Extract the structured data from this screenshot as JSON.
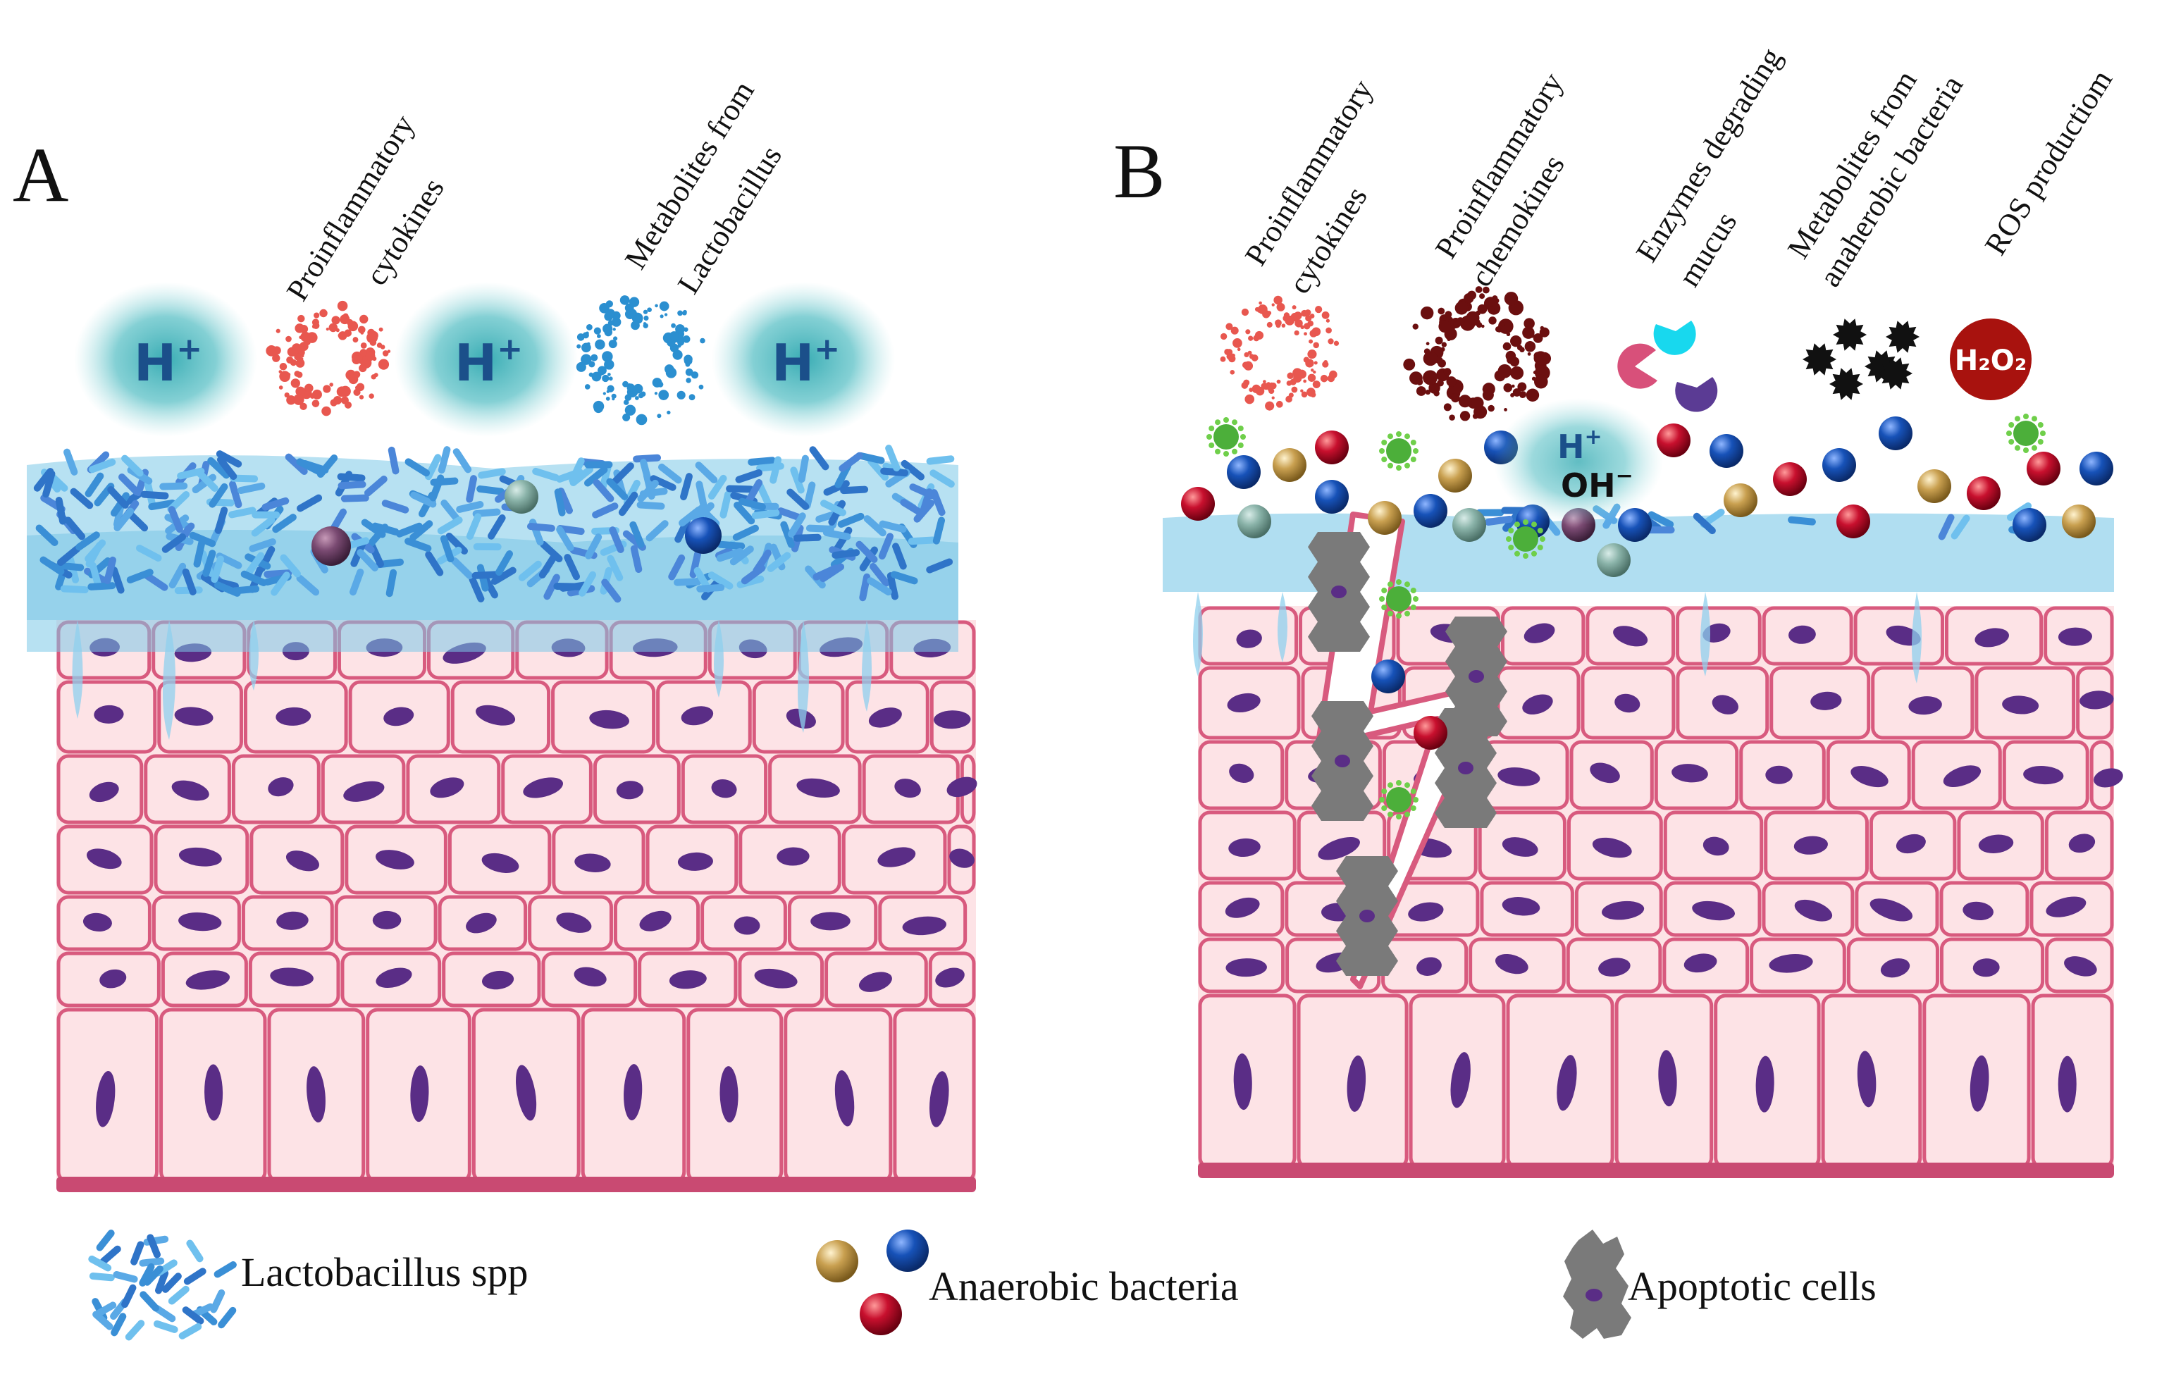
{
  "panels": {
    "a": {
      "letter": "A",
      "labels": {
        "cytokines_line1": "Proinflammatory",
        "cytokines_line2": "cytokines",
        "metabolites_line1": "Metabolites from",
        "metabolites_line2": "Lactobacillus"
      },
      "ion": "H"
    },
    "b": {
      "letter": "B",
      "labels": {
        "cytokines_line1": "Proinflammatory",
        "cytokines_line2": "cytokines",
        "chemokines_line1": "Proinflammatory",
        "chemokines_line2": "chemokines",
        "enzymes_line1": "Enzymes degrading",
        "enzymes_line2": "mucus",
        "metabolites_line1": "Metabolites from",
        "metabolites_line2": "anaherobic bacteria",
        "ros": "ROS productiom"
      },
      "h_ion": "H",
      "oh_ion": "OH",
      "h2o2": "H₂O₂"
    }
  },
  "legend": {
    "lactobacillus": "Lactobacillus spp",
    "anaerobic": "Anaerobic bacteria",
    "apoptotic": "Apoptotic cells"
  },
  "colors": {
    "cell_fill": "#fde3e6",
    "cell_stroke": "#d85a7e",
    "nucleus": "#5a2d86",
    "mucus": "#7cc8e8",
    "lactobacillus": "#3a8fd6",
    "acid_cloud": "#2fa8b0",
    "ion_text": "#1b4f8a",
    "cytokine_dots": "#e8574f",
    "lacto_metabolite_dots": "#2b8fd0",
    "chemokine_dots": "#6b0f0f",
    "bacteria_gold": "#c9a050",
    "bacteria_blue": "#1752b8",
    "bacteria_red": "#c8102e",
    "virus_green": "#4caf3a",
    "enzyme_pink": "#d8507a",
    "enzyme_cyan": "#18d8ee",
    "enzyme_purple": "#5b3b94",
    "ros_dark": "#111111",
    "h2o2": "#a8120e",
    "apoptotic": "#7a7a7a"
  }
}
